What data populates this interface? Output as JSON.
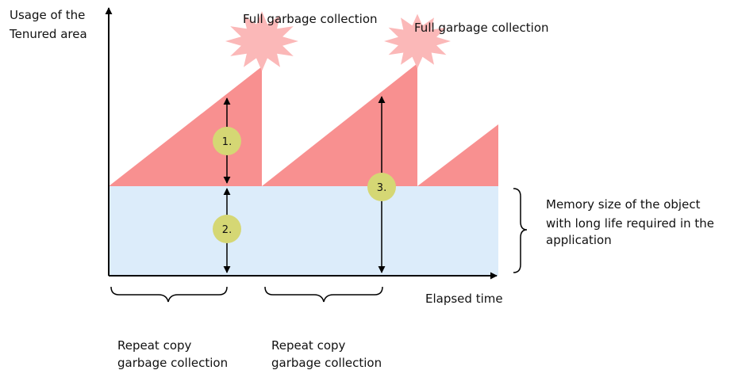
{
  "y_axis_label": [
    "Usage of the",
    "Tenured area"
  ],
  "x_axis_label": "Elapsed time",
  "full_gc_labels": [
    "Full garbage collection",
    "Full garbage collection"
  ],
  "memory_label": [
    "Memory size of the object",
    "with long life required in the",
    "application"
  ],
  "copy_gc_labels": [
    [
      "Repeat copy",
      "garbage collection"
    ],
    [
      "Repeat copy",
      "garbage collection"
    ]
  ],
  "markers": [
    "1.",
    "2.",
    "3."
  ],
  "colors": {
    "tenured_growth": "#f89090",
    "long_life_region": "#dcecfa",
    "full_gc_burst": "#fbb8b8",
    "marker_circle": "#d5d774",
    "axis": "#000000"
  }
}
